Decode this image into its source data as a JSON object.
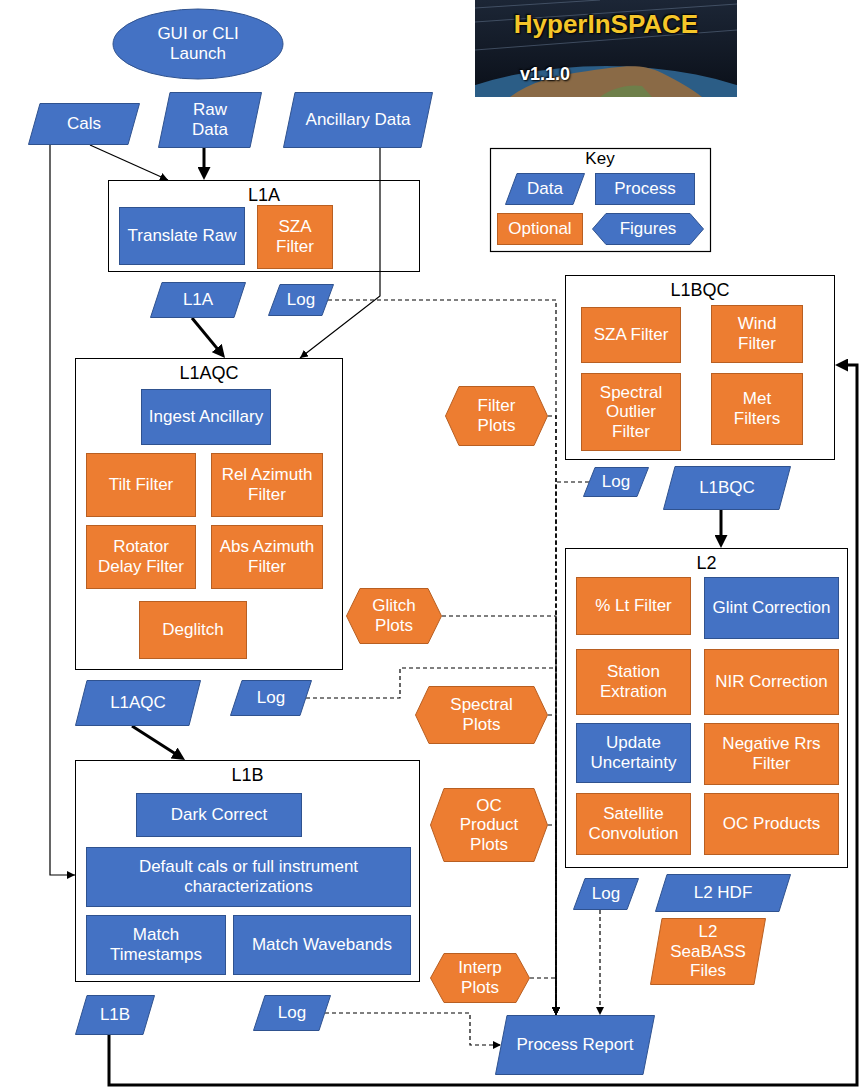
{
  "diagram": {
    "nodes": [
      {
        "text": [
          "GUI or CLI Launch"
        ]
      },
      {
        "text": [
          "Cals"
        ]
      },
      {
        "text": [
          "Raw Data"
        ]
      },
      {
        "text": [
          "Ancillary Data"
        ]
      },
      {
        "text": [
          "L1A"
        ]
      },
      {
        "text": [
          "Translate Raw"
        ],
        "in": 4
      },
      {
        "text": [
          "SZA Filter"
        ],
        "in": 4
      },
      {
        "text": [
          "L1A"
        ]
      },
      {
        "text": [
          "Log"
        ]
      },
      {
        "text": [
          "L1AQC"
        ]
      },
      {
        "text": [
          "Ingest Ancillary"
        ],
        "in": 9
      },
      {
        "text": [
          "Tilt Filter"
        ],
        "in": 9
      },
      {
        "text": [
          "Rel Azimuth Filter"
        ],
        "in": 9
      },
      {
        "text": [
          "Rotator Delay Filter"
        ],
        "in": 9
      },
      {
        "text": [
          "Abs Azimuth Filter"
        ],
        "in": 9
      },
      {
        "text": [
          "Deglitch"
        ],
        "in": 9
      },
      {
        "text": [
          "L1AQC"
        ]
      },
      {
        "text": [
          "Log"
        ]
      },
      {
        "text": [
          "L1B"
        ]
      },
      {
        "text": [
          "Dark Correct"
        ],
        "in": 18
      },
      {
        "text": [
          "Default cals or full instrument characterizations"
        ],
        "in": 18
      },
      {
        "text": [
          "Match Timestamps"
        ],
        "in": 18
      },
      {
        "text": [
          "Match Wavebands"
        ],
        "in": 18
      },
      {
        "text": [
          "L1B"
        ]
      },
      {
        "text": [
          "Log"
        ]
      },
      {
        "text": [
          "L1BQC"
        ]
      },
      {
        "text": [
          "SZA Filter"
        ],
        "in": 25
      },
      {
        "text": [
          "Wind Filter"
        ],
        "in": 25
      },
      {
        "text": [
          "Spectral Outlier Filter"
        ],
        "in": 25
      },
      {
        "text": [
          "Met Filters"
        ],
        "in": 25
      },
      {
        "text": [
          "Log"
        ]
      },
      {
        "text": [
          "L1BQC"
        ]
      },
      {
        "text": [
          "L2"
        ]
      },
      {
        "text": [
          "% Lt Filter"
        ],
        "in": 32
      },
      {
        "text": [
          "Glint Correction"
        ],
        "in": 32
      },
      {
        "text": [
          "Station Extration"
        ],
        "in": 32
      },
      {
        "text": [
          "NIR Correction"
        ],
        "in": 32
      },
      {
        "text": [
          "Update Uncertainty"
        ],
        "in": 32
      },
      {
        "text": [
          "Negative Rrs Filter"
        ],
        "in": 32
      },
      {
        "text": [
          "Satellite Convolution"
        ],
        "in": 32
      },
      {
        "text": [
          "OC Products"
        ],
        "in": 32
      },
      {
        "text": [
          "Log"
        ]
      },
      {
        "text": [
          "L2 HDF"
        ]
      },
      {
        "text": [
          "L2 SeaBASS Files"
        ]
      },
      {
        "text": [
          "Process Report"
        ]
      },
      {
        "text": [
          "Filter Plots"
        ]
      },
      {
        "text": [
          "Glitch Plots"
        ]
      },
      {
        "text": [
          "Spectral Plots"
        ]
      },
      {
        "text": [
          "OC Product Plots"
        ]
      },
      {
        "text": [
          "Interp Plots"
        ]
      }
    ],
    "edges": [
      {
        "from": 1,
        "to": 4,
        "arrow": "to"
      },
      {
        "from": 2,
        "to": 4,
        "arrow": "to"
      },
      {
        "from": 1,
        "to": 18,
        "arrow": "to"
      },
      {
        "from": 3,
        "to": 9,
        "arrow": "to"
      },
      {
        "from": 7,
        "to": 9,
        "arrow": "to"
      },
      {
        "from": 16,
        "to": 18,
        "arrow": "to"
      },
      {
        "from": 23,
        "to": 25,
        "arrow": "to"
      },
      {
        "from": 31,
        "to": 32,
        "arrow": "to"
      },
      {
        "from": 8,
        "to": 44,
        "arrow": "to"
      },
      {
        "from": 17,
        "to": 44,
        "arrow": "to"
      },
      {
        "from": 24,
        "to": 44,
        "arrow": "to"
      },
      {
        "from": 30,
        "to": 44,
        "arrow": "to"
      },
      {
        "from": 41,
        "to": 44,
        "arrow": "to"
      },
      {
        "from": 45,
        "to": 44,
        "arrow": "to"
      },
      {
        "from": 46,
        "to": 44,
        "arrow": "to"
      },
      {
        "from": 47,
        "to": 44,
        "arrow": "to"
      },
      {
        "from": 48,
        "to": 44,
        "arrow": "to"
      },
      {
        "from": 49,
        "to": 44,
        "arrow": "to"
      }
    ],
    "labels": [
      "HyperInSPACE",
      "v1.1.0",
      "Key"
    ],
    "legend": [
      {
        "text": "Data"
      },
      {
        "text": "Process",
        "color": "#4472c4"
      },
      {
        "text": "Optional",
        "color": "#ed7d31"
      },
      {
        "text": "Figures"
      }
    ]
  }
}
